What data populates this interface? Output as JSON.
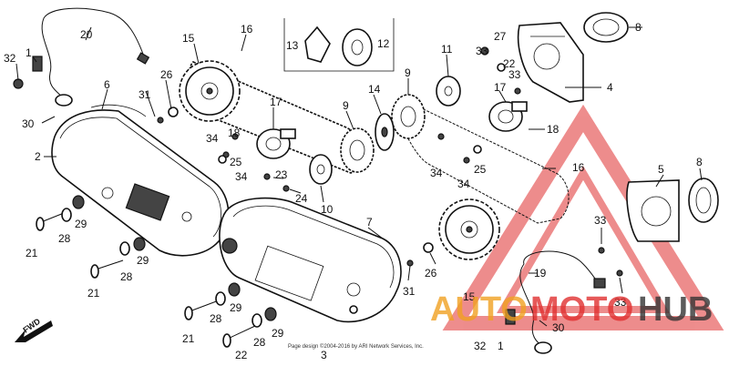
{
  "diagram": {
    "labels": [
      {
        "id": "20",
        "text": "20"
      },
      {
        "id": "32a",
        "text": "32"
      },
      {
        "id": "1a",
        "text": "1"
      },
      {
        "id": "6",
        "text": "6"
      },
      {
        "id": "30a",
        "text": "30"
      },
      {
        "id": "2",
        "text": "2"
      },
      {
        "id": "29a",
        "text": "29"
      },
      {
        "id": "28a",
        "text": "28"
      },
      {
        "id": "21a",
        "text": "21"
      },
      {
        "id": "29b",
        "text": "29"
      },
      {
        "id": "28b",
        "text": "28"
      },
      {
        "id": "21b",
        "text": "21"
      },
      {
        "id": "15a",
        "text": "15"
      },
      {
        "id": "16a",
        "text": "16"
      },
      {
        "id": "13",
        "text": "13"
      },
      {
        "id": "12",
        "text": "12"
      },
      {
        "id": "26a",
        "text": "26"
      },
      {
        "id": "31a",
        "text": "31"
      },
      {
        "id": "17a",
        "text": "17"
      },
      {
        "id": "18a",
        "text": "18"
      },
      {
        "id": "34a",
        "text": "34"
      },
      {
        "id": "25a",
        "text": "25"
      },
      {
        "id": "34b",
        "text": "34"
      },
      {
        "id": "23",
        "text": "23"
      },
      {
        "id": "24",
        "text": "24"
      },
      {
        "id": "10",
        "text": "10"
      },
      {
        "id": "9a",
        "text": "9"
      },
      {
        "id": "14",
        "text": "14"
      },
      {
        "id": "11",
        "text": "11"
      },
      {
        "id": "9b",
        "text": "9"
      },
      {
        "id": "33a",
        "text": "33"
      },
      {
        "id": "27",
        "text": "27"
      },
      {
        "id": "22",
        "text": "22"
      },
      {
        "id": "33b",
        "text": "33"
      },
      {
        "id": "17b",
        "text": "17"
      },
      {
        "id": "18b",
        "text": "18"
      },
      {
        "id": "8a",
        "text": "8"
      },
      {
        "id": "4",
        "text": "4"
      },
      {
        "id": "34c",
        "text": "34"
      },
      {
        "id": "25b",
        "text": "25"
      },
      {
        "id": "34d",
        "text": "34"
      },
      {
        "id": "16b",
        "text": "16"
      },
      {
        "id": "5",
        "text": "5"
      },
      {
        "id": "8b",
        "text": "8"
      },
      {
        "id": "7",
        "text": "7"
      },
      {
        "id": "33c",
        "text": "33"
      },
      {
        "id": "26b",
        "text": "26"
      },
      {
        "id": "31b",
        "text": "31"
      },
      {
        "id": "15b",
        "text": "15"
      },
      {
        "id": "19",
        "text": "19"
      },
      {
        "id": "33d",
        "text": "33"
      },
      {
        "id": "30b",
        "text": "30"
      },
      {
        "id": "28c",
        "text": "28"
      },
      {
        "id": "29c",
        "text": "29"
      },
      {
        "id": "21c",
        "text": "21"
      },
      {
        "id": "28d",
        "text": "28"
      },
      {
        "id": "29d",
        "text": "29"
      },
      {
        "id": "22b",
        "text": "22"
      },
      {
        "id": "3",
        "text": "3"
      },
      {
        "id": "1b",
        "text": "1"
      },
      {
        "id": "32b",
        "text": "32"
      }
    ],
    "fwd_label": "FWD",
    "credit_text": "Page design ©2004-2016 by ARI Network Services, Inc."
  },
  "watermark": {
    "part1": "AUTO",
    "part2": "MOTO",
    "part3": "HUB",
    "color_orange": "#f0a020",
    "color_red": "#e03030",
    "color_dark": "#333333"
  }
}
